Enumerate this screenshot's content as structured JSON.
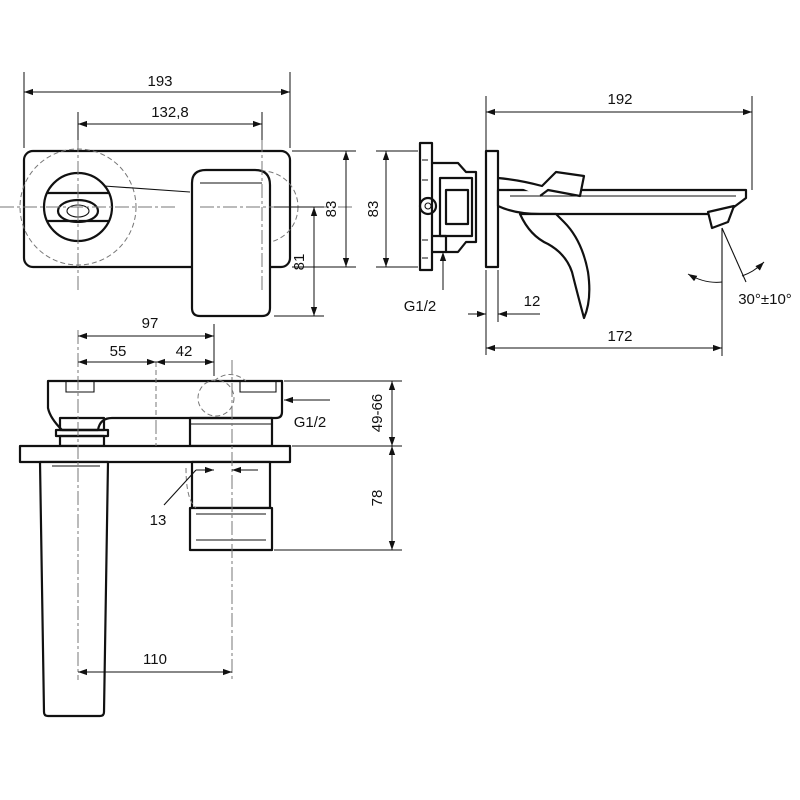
{
  "dimensions": {
    "front_width": "193",
    "front_spacing": "132,8",
    "front_height": "83",
    "front_handle_height": "81",
    "side_plate_height": "83",
    "side_projection": "192",
    "side_spout_reach": "172",
    "side_plate_offset": "12",
    "side_spray_angle": "30°±10°",
    "side_inlet": "G1/2",
    "top_total": "97",
    "top_left": "55",
    "top_right": "42",
    "top_inlet": "G1/2",
    "top_depth": "49-66",
    "top_handle_depth": "78",
    "top_gap": "13",
    "top_spout_offset": "110"
  }
}
